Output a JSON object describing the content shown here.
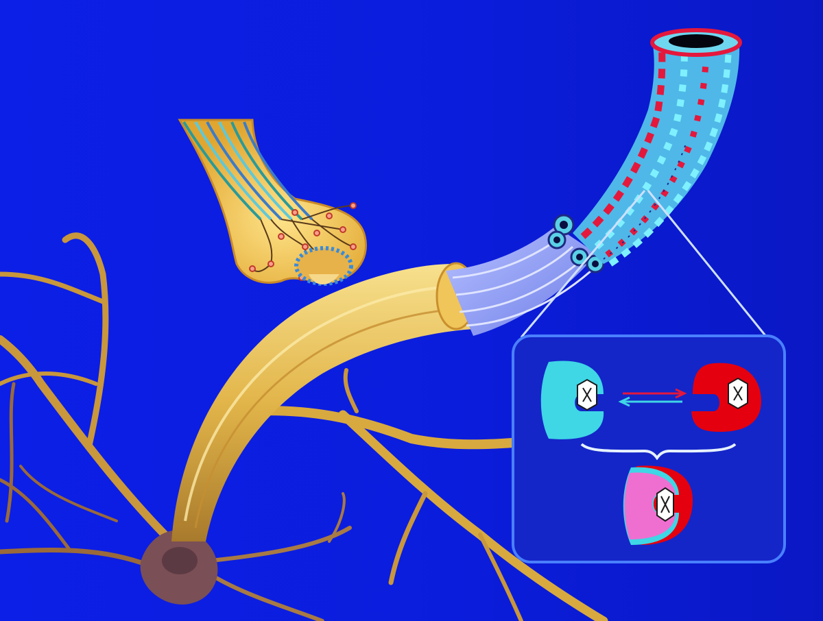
{
  "colors": {
    "background": "#0c1ee0",
    "background_right": "#0a18c8",
    "neuron": "#e2b54a",
    "neuron_dark": "#a8782a",
    "neuron_light": "#f6dd8a",
    "terminal": "#f3c64a",
    "vesicle": "#d9483a",
    "microtubule_cyan": "#53d9ea",
    "microtubule_red": "#e4183c",
    "microtubule_blue": "#8f9cf2",
    "inset_frame": "#3f73ff",
    "tubulin_cyan": "#3fd6e6",
    "tubulin_red": "#e5000f",
    "tubulin_pink": "#ef6fd0",
    "leader_lines": "#cfe0ff"
  },
  "figure": {
    "components": [
      "neuron-cell-body",
      "dendrite-branches",
      "axon",
      "presynaptic-terminal",
      "microtubule-bundle",
      "single-microtubule",
      "tubulin-dimer-inset"
    ],
    "inset": {
      "states": [
        "tubulin-cyan-state",
        "tubulin-red-state",
        "tubulin-superposition-state"
      ],
      "equilibrium_arrows": "double-arrow-reversible"
    }
  }
}
